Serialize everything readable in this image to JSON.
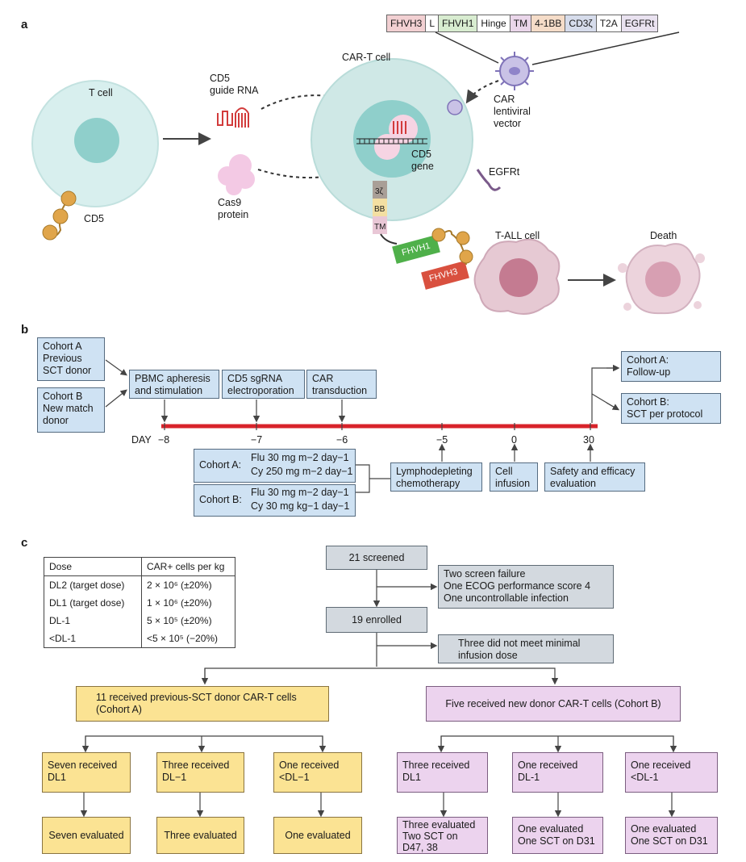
{
  "panel_a": {
    "letter": "a",
    "construct": [
      "FHVH3",
      "L",
      "FHVH1",
      "Hinge",
      "TM",
      "4-1BB",
      "CD3ζ",
      "T2A",
      "EGFRt"
    ],
    "construct_colors": [
      "#f2d0d2",
      "#ffffff",
      "#d8ecd0",
      "#ffffff",
      "#ead6ea",
      "#f5dcc8",
      "#d6dceb",
      "#ffffff",
      "#e9e2f0"
    ],
    "t_cell": "T cell",
    "cd5": "CD5",
    "guide_rna": "CD5\nguide RNA",
    "cas9": "Cas9\nprotein",
    "cart_cell": "CAR-T cell",
    "cd5_gene": "CD5\ngene",
    "vector": "CAR\nlentiviral\nvector",
    "egfrt": "EGFRt",
    "car_domains": [
      "3ζ",
      "BB",
      "TM"
    ],
    "fhv1": "FHVH1",
    "fhv3": "FHVH3",
    "tall_cell": "T-ALL cell",
    "death": "Death"
  },
  "panel_b": {
    "letter": "b",
    "cohort_a_donor": "Cohort A\nPrevious\nSCT donor",
    "cohort_b_donor": "Cohort B\nNew match\ndonor",
    "steps_top": [
      "PBMC apheresis\nand stimulation",
      "CD5 sgRNA\nelectroporation",
      "CAR\ntransduction"
    ],
    "day_label": "DAY",
    "days": [
      "−8",
      "−7",
      "−6",
      "−5",
      "0",
      "30"
    ],
    "cohort_a_regimen_label": "Cohort A:",
    "cohort_a_regimen": [
      "Flu 30 mg m−2 day−1",
      "Cy 250 mg m−2 day−1"
    ],
    "cohort_b_regimen_label": "Cohort B:",
    "cohort_b_regimen": [
      "Flu 30 mg m−2 day−1",
      "Cy 30 mg kg−1 day−1"
    ],
    "steps_bottom": [
      "Lymphodepleting\nchemotherapy",
      "Cell\ninfusion",
      "Safety and efficacy\nevaluation"
    ],
    "outcome_a": "Cohort A:\nFollow-up",
    "outcome_b": "Cohort B:\nSCT per protocol",
    "timeline_color": "#d8232a"
  },
  "panel_c": {
    "letter": "c",
    "table_header": [
      "Dose",
      "CAR+ cells per kg"
    ],
    "table_rows": [
      [
        "DL2 (target dose)",
        "2 × 10⁶ (±20%)"
      ],
      [
        "DL1 (target dose)",
        "1 × 10⁶ (±20%)"
      ],
      [
        "DL-1",
        "5 × 10⁵ (±20%)"
      ],
      [
        "<DL-1",
        "<5 × 10⁵ (−20%)"
      ]
    ],
    "screened": "21 screened",
    "screen_failure": "Two screen failure\n   One ECOG performance score 4\n   One uncontrollable infection",
    "enrolled": "19 enrolled",
    "min_dose": "Three did not meet minimal\ninfusion dose",
    "cohort_a": "11 received previous-SCT donor CAR-T cells\n(Cohort A)",
    "cohort_b": "Five received new donor CAR-T cells (Cohort B)",
    "a_received": [
      "Seven received\nDL1",
      "Three received\nDL−1",
      "One received\n<DL−1"
    ],
    "a_evaluated": [
      "Seven evaluated",
      "Three evaluated",
      "One evaluated"
    ],
    "b_received": [
      "Three received\nDL1",
      "One received\nDL-1",
      "One received\n<DL-1"
    ],
    "b_evaluated": [
      "Three evaluated\nTwo SCT on\nD47, 38",
      "One evaluated\nOne SCT on D31",
      "One evaluated\nOne SCT on D31"
    ]
  }
}
